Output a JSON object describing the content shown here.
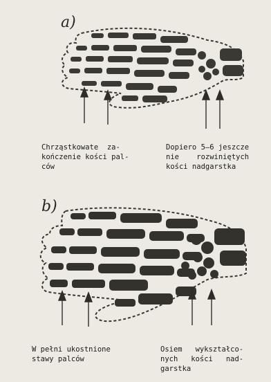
{
  "figures": [
    {
      "label": "a)",
      "captions": {
        "left": [
          "Chrząstkowate  za-",
          "kończenie kości pal-",
          "ców"
        ],
        "right": [
          "Dopiero 5—6 jeszcze",
          "nie    rozwiniętych",
          "kości nadgarstka"
        ]
      }
    },
    {
      "label": "b)",
      "captions": {
        "left": [
          "W pełni ukostnione",
          "stawy palców"
        ],
        "right": [
          "Osiem   wykształco-",
          "nych   kości   nad-",
          "garstka"
        ]
      }
    }
  ]
}
